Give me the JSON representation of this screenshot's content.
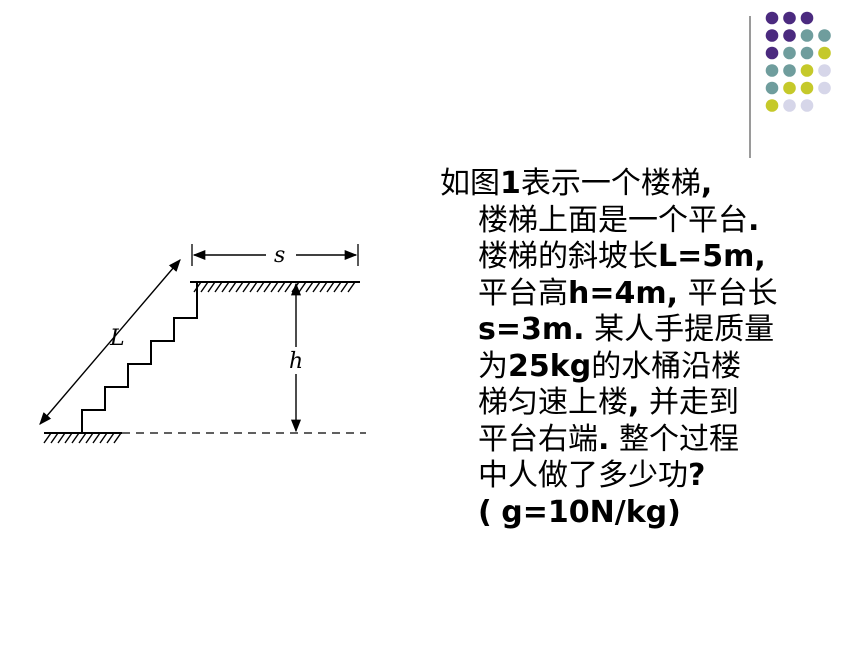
{
  "decoration": {
    "dot_colors": {
      "purple": "#4b2a7f",
      "teal": "#6f9d9d",
      "yellow": "#c5c92a",
      "lavender": "#d6d6e9"
    },
    "divider_color": "#9a9a9a"
  },
  "diagram": {
    "labels": {
      "slope": "L",
      "height": "h",
      "length": "s"
    }
  },
  "problem": {
    "lines": [
      "如图1表示一个楼梯,",
      "楼梯上面是一个平台.",
      "楼梯的斜坡长L=5m,",
      "平台高h=4m, 平台长",
      "s=3m. 某人手提质量",
      "为25kg的水桶沿楼",
      "梯匀速上楼, 并走到",
      "平台右端. 整个过程",
      "中人做了多少功?",
      "( g=10N/kg)"
    ]
  }
}
